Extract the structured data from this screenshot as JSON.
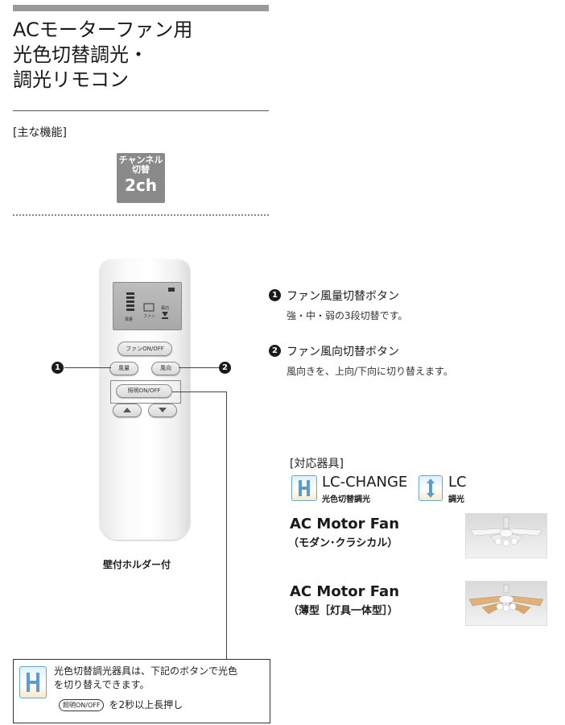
{
  "header": {
    "title_lines": [
      "ACモーターファン用",
      "光色切替調光・",
      "調光リモコン"
    ],
    "main_features_label": "[主な機能]"
  },
  "badge": {
    "line1": "チャンネル",
    "line2": "切替",
    "line3": "2ch"
  },
  "remote": {
    "buttons": {
      "fan_onoff": "ファンON/OFF",
      "wind_volume": "風量",
      "wind_direction": "風向",
      "light_onoff": "照明ON/OFF"
    },
    "lcd_labels": {
      "volume": "風量",
      "fan": "ファン",
      "direction": "風向"
    },
    "caption": "壁付ホルダー付"
  },
  "features": [
    {
      "number": "1",
      "title": "ファン風量切替ボタン",
      "desc": "強・中・弱の3段切替です。"
    },
    {
      "number": "2",
      "title": "ファン風向切替ボタン",
      "desc": "風向きを、上向/下向に切り替えます。"
    }
  ],
  "compat": {
    "label": "[対応器具]",
    "lc_change": {
      "name": "LC-CHANGE",
      "sub": "光色切替調光"
    },
    "lc": {
      "name": "LC",
      "sub": "調光"
    },
    "products": [
      {
        "name": "AC Motor Fan",
        "sub": "（モダン･クラシカル）"
      },
      {
        "name": "AC Motor Fan",
        "sub": "（薄型［灯具一体型］）"
      }
    ]
  },
  "note": {
    "line1": "光色切替調光器具は、下記のボタンで光色",
    "line2": "を切り替えできます。",
    "button": "照明ON/OFF",
    "line3": "を2秒以上長押し"
  },
  "colors": {
    "icon_blue": "#6aa7cf",
    "icon_orange": "#f3b35a",
    "badge_gray": "#8a8a8a"
  }
}
